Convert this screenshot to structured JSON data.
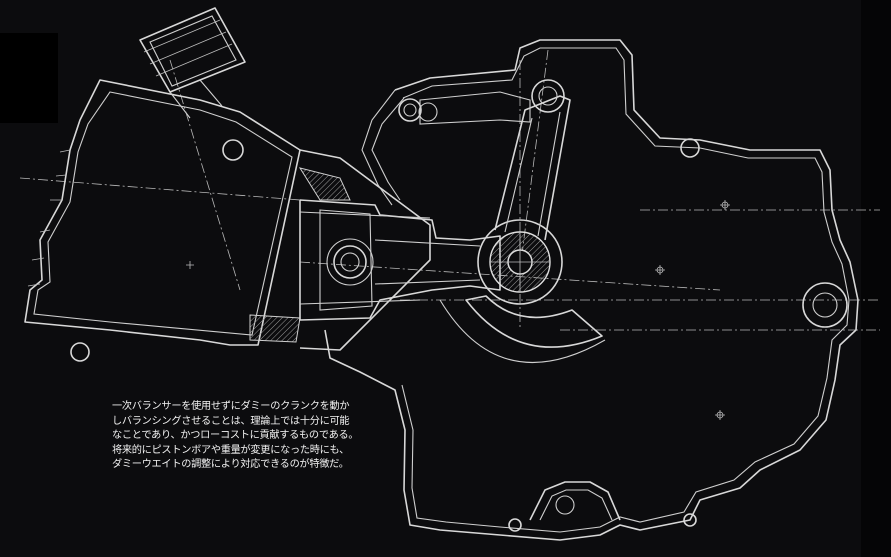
{
  "figure": {
    "caption_lines": [
      "一次バランサーを使用せずにダミーのクランクを動か",
      "しバランシングさせることは、理論上では十分に可能",
      "なことであり、かつローコストに貢献するものである。",
      "将来的にピストンボアや重量が変更になった時にも、",
      "ダミーウエイトの調整により対応できるのが特徴だ。"
    ],
    "colors": {
      "background": "#0c0c0e",
      "line": "#d8d8d8",
      "text": "#f2f2f2"
    }
  }
}
